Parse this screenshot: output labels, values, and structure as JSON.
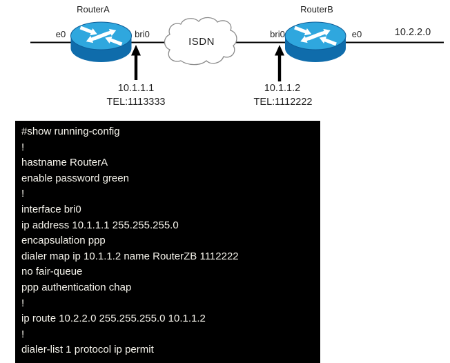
{
  "diagram": {
    "router_a": {
      "name": "RouterA",
      "left_if": "e0",
      "right_if": "bri0",
      "ip": "10.1.1.1",
      "tel": "TEL:1113333"
    },
    "router_b": {
      "name": "RouterB",
      "left_if": "bri0",
      "right_if": "e0",
      "ip": "10.1.1.2",
      "tel": "TEL:1112222"
    },
    "cloud_label": "ISDN",
    "right_network": "10.2.2.0"
  },
  "console": {
    "lines": [
      "#show running-config",
      "!",
      "hastname RouterA",
      "enable password green",
      "!",
      "interface bri0",
      "ip address 10.1.1.1 255.255.255.0",
      "encapsulation ppp",
      "dialer map ip 10.1.1.2 name RouterZB 1112222",
      "no fair-queue",
      "ppp authentication chap",
      "!",
      "ip route 10.2.2.0 255.255.255.0 10.1.1.2",
      "!",
      "dialer-list 1 protocol ip permit"
    ]
  },
  "colors": {
    "router_top": "#2fa7de",
    "router_body": "#0f6cab",
    "line": "#000000",
    "cloud_stroke": "#8a8a8a",
    "console_bg": "#000000",
    "console_text": "#f6f4ec"
  }
}
